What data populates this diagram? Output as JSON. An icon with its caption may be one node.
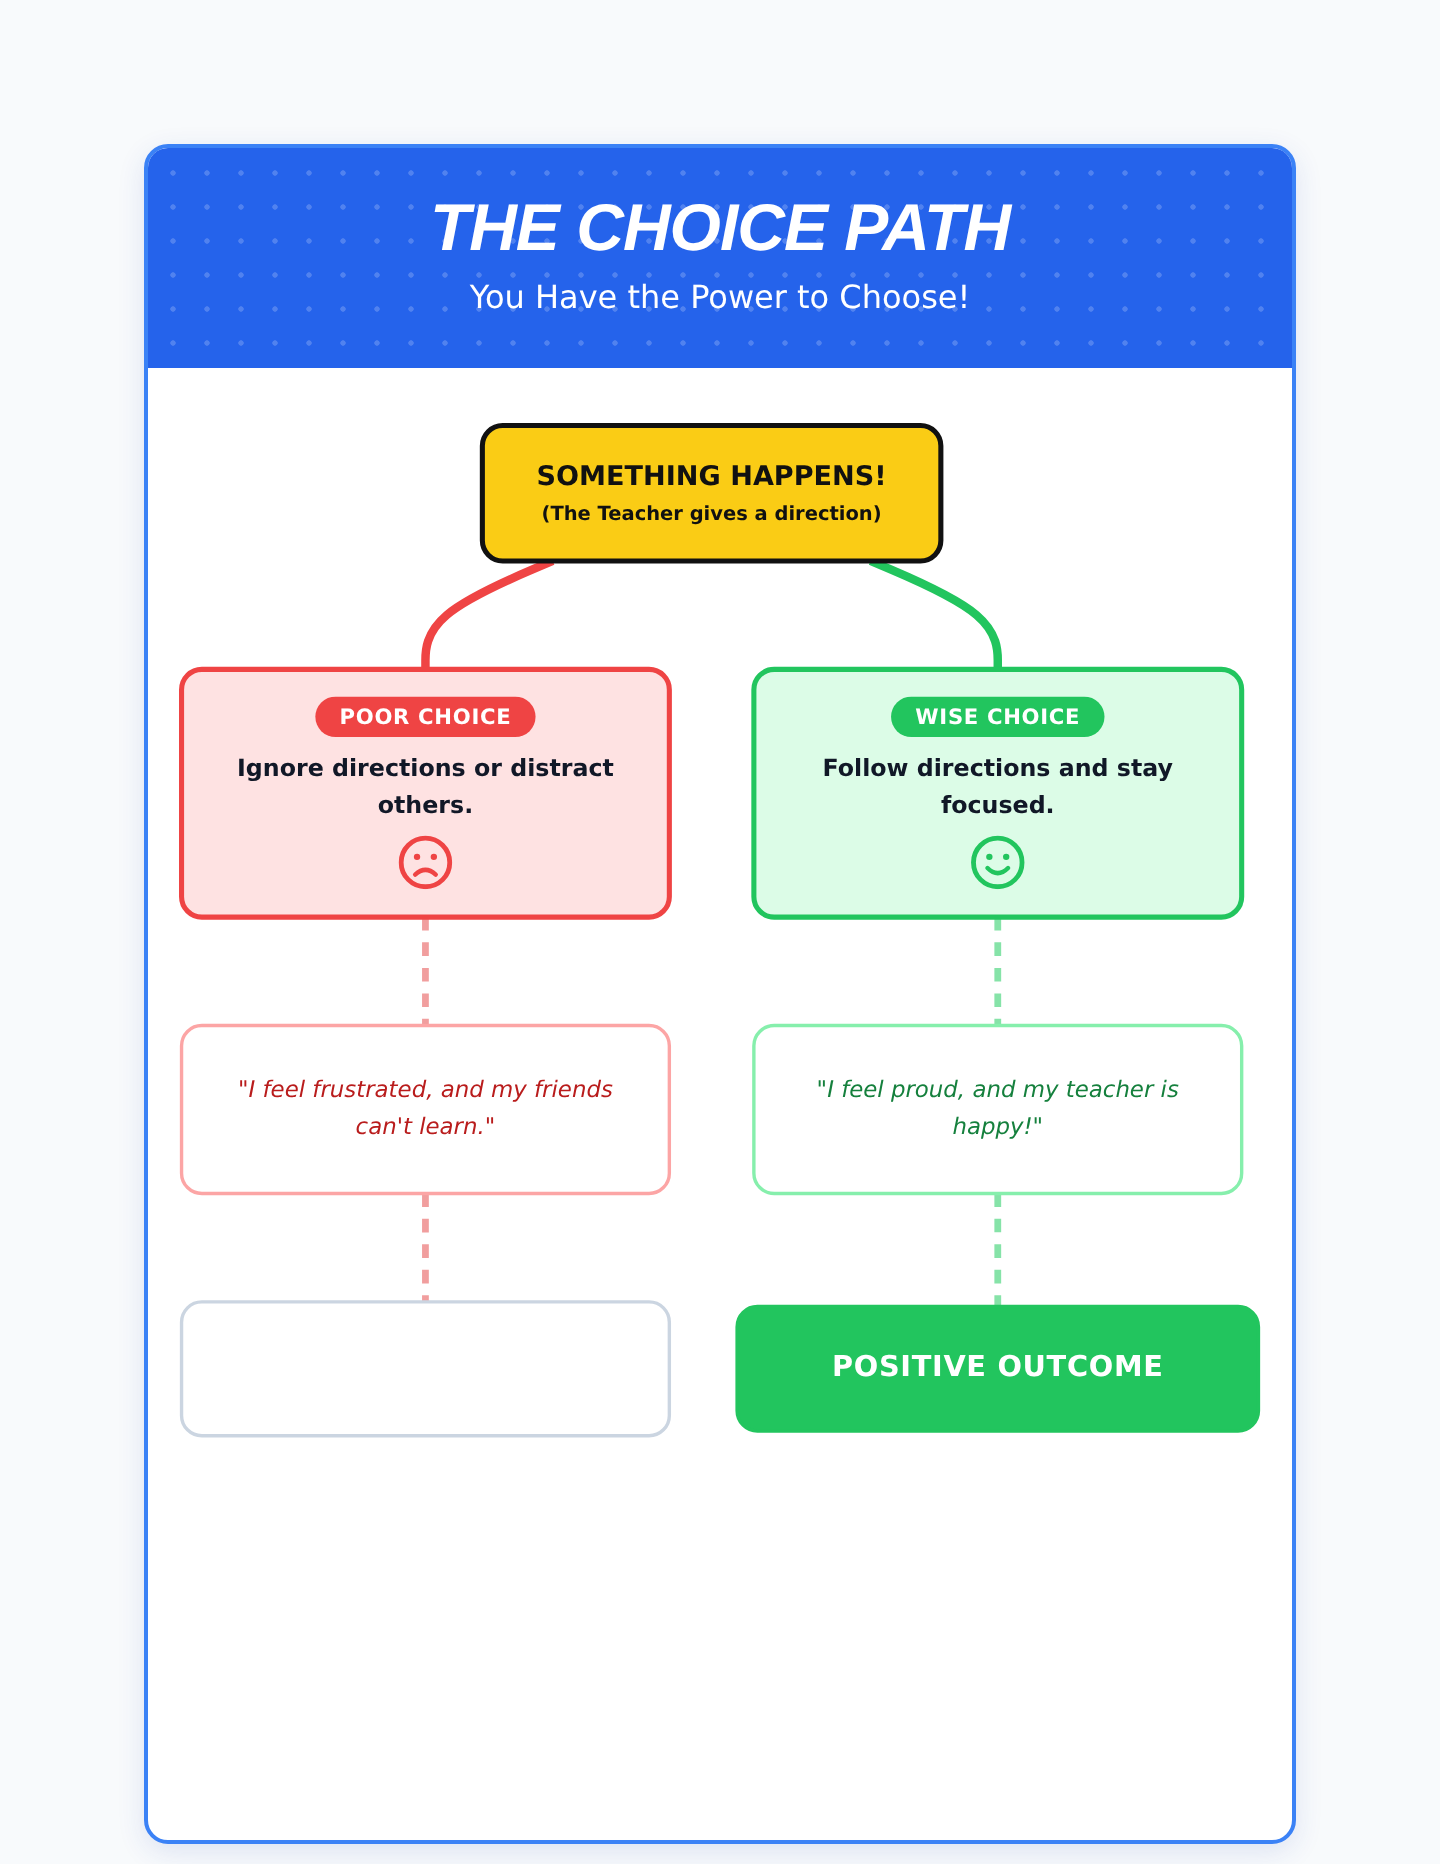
{
  "diagram": {
    "title": "THE CHOICE PATH",
    "nodes": [
      {
        "text": [
          "SOMETHING HAPPENS!",
          "(The Teacher gives a direction)"
        ]
      },
      {
        "text": [
          "POOR CHOICE",
          "Ignore directions or distract others."
        ]
      },
      {
        "text": [
          "WISE CHOICE",
          "Follow directions and stay focused."
        ]
      },
      {
        "text": [
          "\"I feel frustrated, and my friends can't learn.\""
        ]
      },
      {
        "text": [
          "\"I feel proud, and my teacher is happy!\""
        ]
      },
      {
        "text": [
          "POSITIVE OUTCOME"
        ]
      },
      {
        "text": [],
        "shape": "box"
      }
    ],
    "edges": [
      {
        "from": 0,
        "to": 1,
        "arrow": "none",
        "color": "#ef4444"
      },
      {
        "from": 0,
        "to": 2,
        "arrow": "none",
        "color": "#22c55e"
      },
      {
        "from": 1,
        "to": 3,
        "arrow": "none",
        "style": "dashed",
        "color": "#f19e9e"
      },
      {
        "from": 2,
        "to": 4,
        "arrow": "none",
        "style": "dashed",
        "color": "#86e3a8"
      },
      {
        "from": 3,
        "to": 6,
        "arrow": "none",
        "style": "dashed",
        "color": "#f19e9e"
      },
      {
        "from": 4,
        "to": 5,
        "arrow": "none",
        "style": "dashed",
        "color": "#86e3a8"
      }
    ],
    "labels": [
      "You Have the Power to Choose!"
    ]
  }
}
